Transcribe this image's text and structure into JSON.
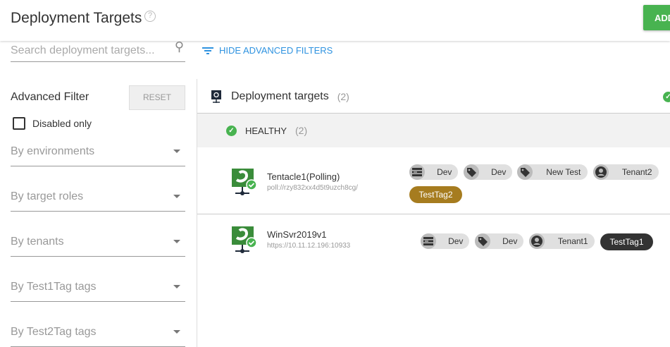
{
  "header": {
    "title": "Deployment Targets",
    "help_icon": "?",
    "add_button": "ADD"
  },
  "search": {
    "placeholder": "Search deployment targets...",
    "value": ""
  },
  "hide_filters": "HIDE ADVANCED FILTERS",
  "filter": {
    "title": "Advanced Filter",
    "reset": "RESET",
    "disabled_only": "Disabled only",
    "disabled_checked": false,
    "dropdowns": [
      "By environments",
      "By target roles",
      "By tenants",
      "By Test1Tag tags",
      "By Test2Tag tags"
    ]
  },
  "section": {
    "title": "Deployment targets",
    "count": "(2)"
  },
  "group": {
    "label": "HEALTHY",
    "count": "(2)",
    "color": "#48b350"
  },
  "targets": [
    {
      "name": "Tentacle1(Polling)",
      "address": "poll://rzy832xx4d5t9uzch8cg/",
      "status": "healthy",
      "chips": [
        {
          "type": "environment",
          "label": "Dev"
        },
        {
          "type": "role",
          "label": "Dev"
        },
        {
          "type": "role",
          "label": "New Test"
        },
        {
          "type": "tenant",
          "label": "Tenant2"
        },
        {
          "type": "tag",
          "label": "TestTag2",
          "color": "#a67c1f"
        }
      ]
    },
    {
      "name": "WinSvr2019v1",
      "address": "https://10.11.12.196:10933",
      "status": "healthy",
      "chips": [
        {
          "type": "environment",
          "label": "Dev"
        },
        {
          "type": "role",
          "label": "Dev"
        },
        {
          "type": "tenant",
          "label": "Tenant1"
        },
        {
          "type": "tag",
          "label": "TestTag1",
          "color": "#333333"
        }
      ]
    }
  ]
}
